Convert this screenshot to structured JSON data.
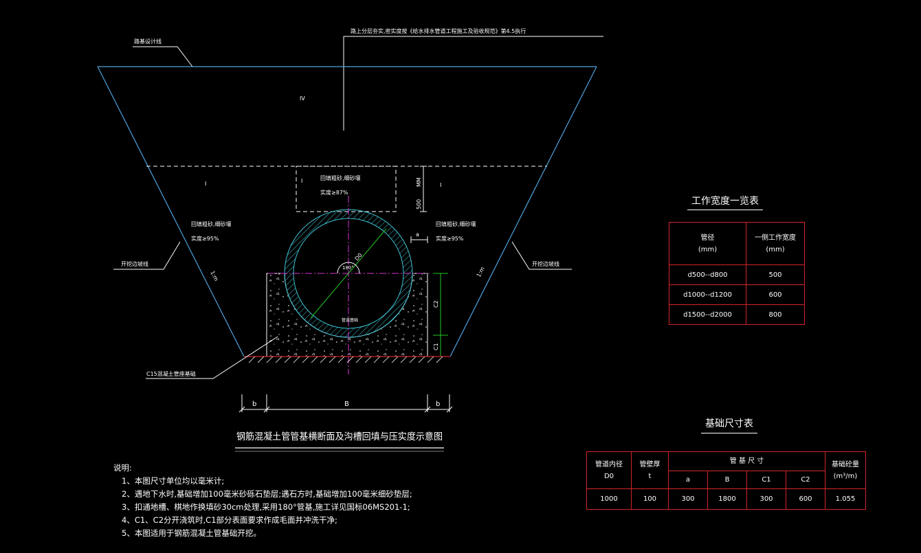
{
  "drawing": {
    "label_road_design_line": "路基设计线",
    "label_top_note": "路上分层夯实,密实度按《给水排水管道工程施工及验收规范》第4.5执行",
    "zone_IV": "IV",
    "zone_I_left": "I",
    "zone_I_right": "I",
    "zone_I_center": "I",
    "label_backfill_center_1": "回填粗砂,细砂壤",
    "label_backfill_center_2": "实度≥87%",
    "label_backfill_left_1": "回填粗砂,细砂壤",
    "label_backfill_left_2": "实度≥95%",
    "label_backfill_right_1": "回填粗砂,细砂壤",
    "label_backfill_right_2": "实度≥95%",
    "label_excavation_left": "开挖边坡线",
    "label_excavation_right": "开挖边坡线",
    "label_slope_left": "1:m",
    "label_slope_right": "1:m",
    "label_dim_500": "500",
    "label_dim_MM": "MM",
    "label_dim_a": "a",
    "label_angle": "180°",
    "label_D0": "D0",
    "label_pipe_bottom": "管道基础",
    "label_c1": "C1",
    "label_c2": "C2",
    "label_c15": "C15混凝土管座基础",
    "label_b_left": "b",
    "label_B": "B",
    "label_b_right": "b",
    "main_title": "钢筋混凝土管管基横断面及沟槽回填与压实度示意图"
  },
  "work_width_table": {
    "title": "工作宽度一览表",
    "header_col1_line1": "管径",
    "header_col1_line2": "(mm)",
    "header_col2_line1": "一侧工作宽度",
    "header_col2_line2": "(mm)",
    "rows": [
      {
        "range": "d500--d800",
        "width": "500"
      },
      {
        "range": "d1000--d1200",
        "width": "600"
      },
      {
        "range": "d1500--d2000",
        "width": "800"
      }
    ]
  },
  "foundation_table": {
    "title": "基础尺寸表",
    "h_inner_diam": "管道内径",
    "h_inner_diam_sym": "D0",
    "h_wall": "管壁厚",
    "h_wall_sym": "t",
    "h_base_dim": "管 基 尺 寸",
    "h_volume": "基础砼量",
    "h_volume_unit": "(m³/m)",
    "sub_a": "a",
    "sub_B": "B",
    "sub_C1": "C1",
    "sub_C2": "C2",
    "row": {
      "D0": "1000",
      "t": "100",
      "a": "300",
      "B": "1800",
      "C1": "300",
      "C2": "600",
      "volume": "1.055"
    }
  },
  "notes": {
    "title": "说明:",
    "items": [
      "1、本图尺寸单位均以毫米计;",
      "2、遇地下水时,基础增加100毫米砂砾石垫层;遇石方时,基础增加100毫米细砂垫层;",
      "3、扣通地槽、棋地作换填砂30cm处理,采用180°管基,施工详见国标06MS201-1;",
      "4、C1、C2分开浇筑时,C1部分表面要求作成毛面并冲洗干净;",
      "5、本图适用于钢筋混凝土管基础开挖。"
    ]
  },
  "colors": {
    "trench_line": "#4fa3e0",
    "pipe_hatch": "#3ec4d6",
    "centerline": "#d633d6",
    "dim_green": "#22c922",
    "table_border": "#d4252a",
    "ground": "#d4252a",
    "white": "#ffffff"
  }
}
